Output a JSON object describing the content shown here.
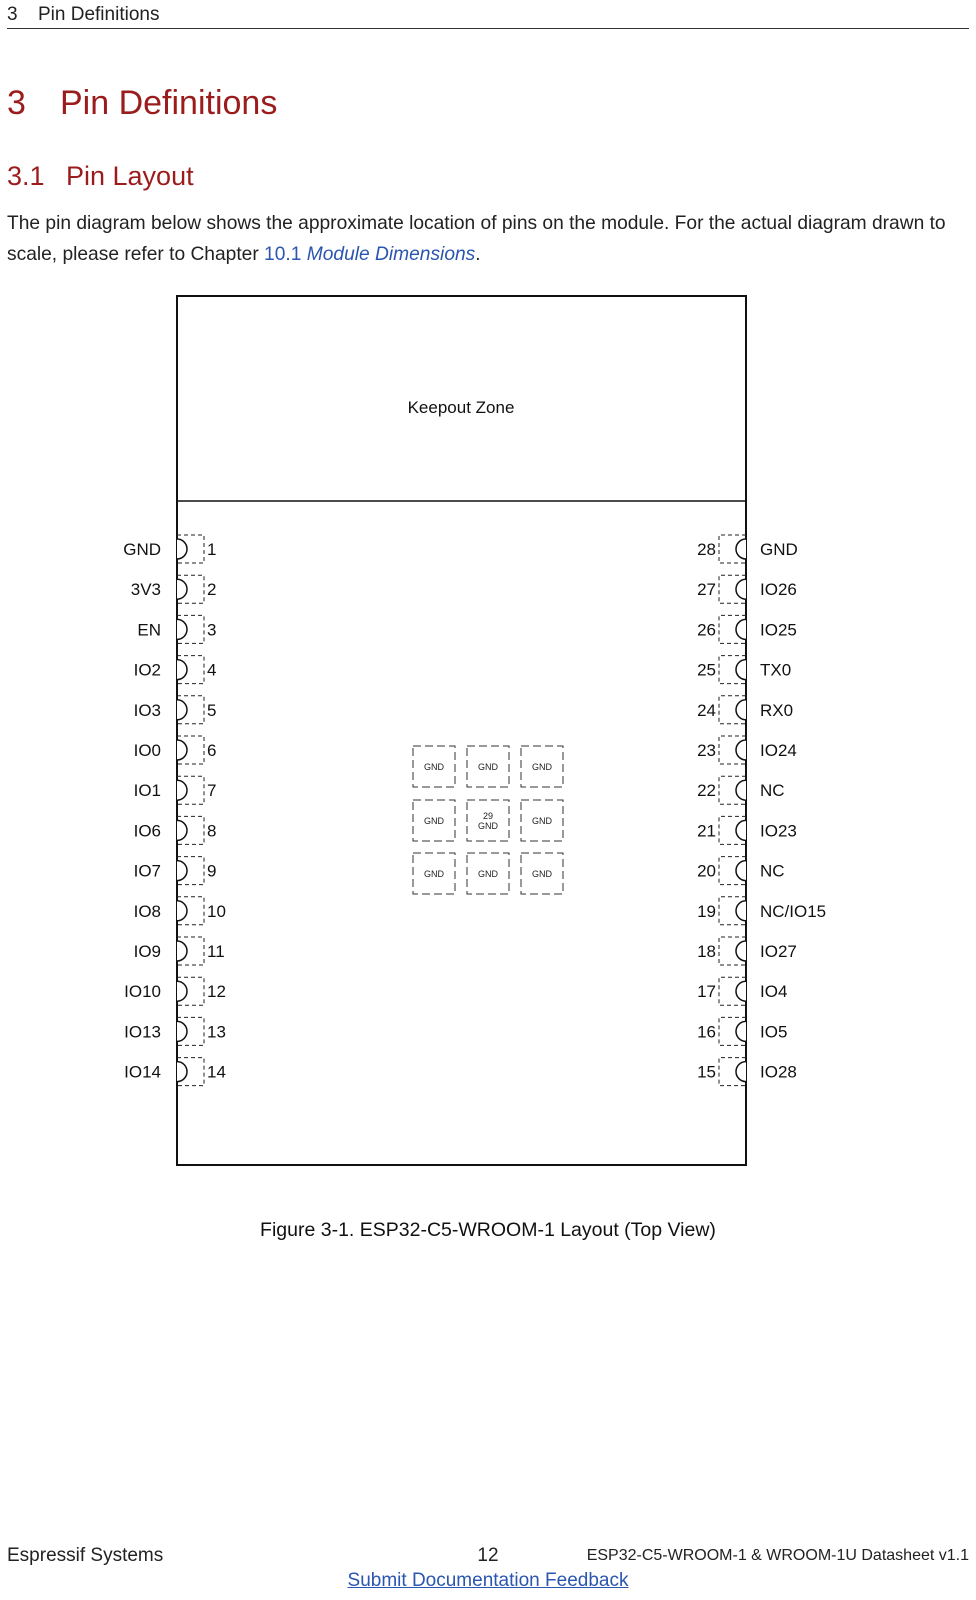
{
  "header": {
    "section_number": "3",
    "section_title": "Pin Definitions"
  },
  "heading1": {
    "number": "3",
    "title": "Pin Definitions"
  },
  "heading2": {
    "number": "3.1",
    "title": "Pin Layout"
  },
  "intro": {
    "text_before": "The pin diagram below shows the approximate location of pins on the module. For the actual diagram drawn to scale, please refer to Chapter ",
    "link_number": "10.1",
    "link_title": "Module Dimensions",
    "text_after": "."
  },
  "diagram": {
    "keepout_label": "Keepout Zone",
    "left_pins": [
      {
        "name": "GND",
        "num": "1"
      },
      {
        "name": "3V3",
        "num": "2"
      },
      {
        "name": "EN",
        "num": "3"
      },
      {
        "name": "IO2",
        "num": "4"
      },
      {
        "name": "IO3",
        "num": "5"
      },
      {
        "name": "IO0",
        "num": "6"
      },
      {
        "name": "IO1",
        "num": "7"
      },
      {
        "name": "IO6",
        "num": "8"
      },
      {
        "name": "IO7",
        "num": "9"
      },
      {
        "name": "IO8",
        "num": "10"
      },
      {
        "name": "IO9",
        "num": "11"
      },
      {
        "name": "IO10",
        "num": "12"
      },
      {
        "name": "IO13",
        "num": "13"
      },
      {
        "name": "IO14",
        "num": "14"
      }
    ],
    "right_pins": [
      {
        "name": "GND",
        "num": "28"
      },
      {
        "name": "IO26",
        "num": "27"
      },
      {
        "name": "IO25",
        "num": "26"
      },
      {
        "name": "TX0",
        "num": "25"
      },
      {
        "name": "RX0",
        "num": "24"
      },
      {
        "name": "IO24",
        "num": "23"
      },
      {
        "name": "NC",
        "num": "22"
      },
      {
        "name": "IO23",
        "num": "21"
      },
      {
        "name": "NC",
        "num": "20"
      },
      {
        "name": "NC/IO15",
        "num": "19"
      },
      {
        "name": "IO27",
        "num": "18"
      },
      {
        "name": "IO4",
        "num": "17"
      },
      {
        "name": "IO5",
        "num": "16"
      },
      {
        "name": "IO28",
        "num": "15"
      }
    ],
    "gnd_pads": [
      [
        "GND",
        "GND",
        "GND"
      ],
      [
        "GND",
        "29\nGND",
        "GND"
      ],
      [
        "GND",
        "GND",
        "GND"
      ]
    ]
  },
  "caption": "Figure 3-1. ESP32-C5-WROOM-1 Layout (Top View)",
  "footer": {
    "company": "Espressif Systems",
    "page_number": "12",
    "doc_title": "ESP32-C5-WROOM-1 & WROOM-1U Datasheet v1.1",
    "feedback_link": "Submit Documentation Feedback"
  }
}
